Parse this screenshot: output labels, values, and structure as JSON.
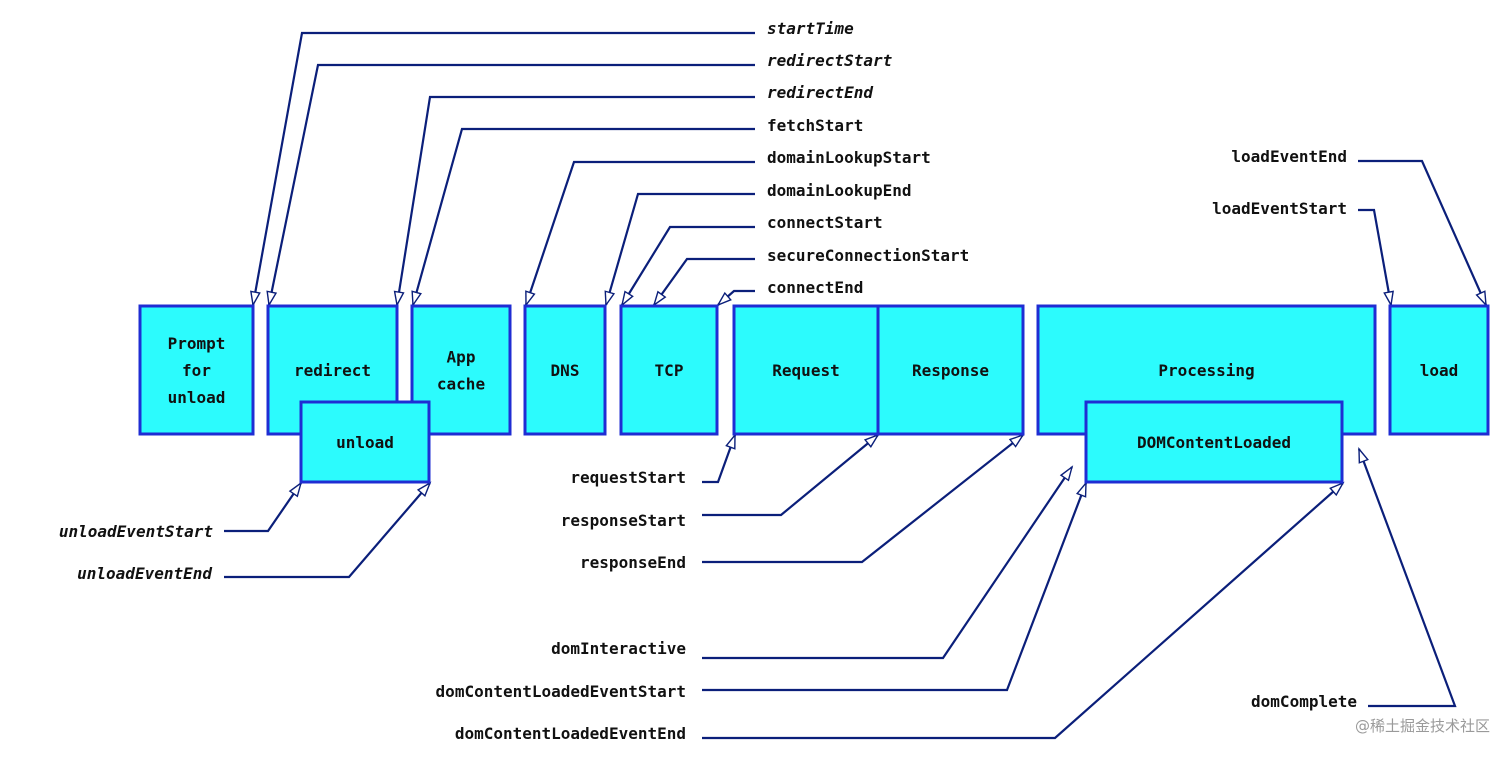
{
  "colors": {
    "box_fill": "#2cfbfd",
    "box_stroke": "#1f2dd3",
    "line": "#0b1f7a",
    "text": "#111111",
    "watermark": "#9a9a9a"
  },
  "boxes": [
    {
      "id": "prompt-for-unload",
      "lines": [
        "Prompt",
        "for",
        "unload"
      ]
    },
    {
      "id": "redirect",
      "lines": [
        "redirect"
      ]
    },
    {
      "id": "app-cache",
      "lines": [
        "App",
        "cache"
      ]
    },
    {
      "id": "dns",
      "lines": [
        "DNS"
      ]
    },
    {
      "id": "tcp",
      "lines": [
        "TCP"
      ]
    },
    {
      "id": "request",
      "lines": [
        "Request"
      ]
    },
    {
      "id": "response",
      "lines": [
        "Response"
      ]
    },
    {
      "id": "processing",
      "lines": [
        "Processing"
      ]
    },
    {
      "id": "load",
      "lines": [
        "load"
      ]
    },
    {
      "id": "unload",
      "lines": [
        "unload"
      ]
    },
    {
      "id": "dom-content-loaded",
      "lines": [
        "DOMContentLoaded"
      ]
    }
  ],
  "labels": [
    {
      "id": "start-time",
      "text": "startTime",
      "italic": true
    },
    {
      "id": "redirect-start",
      "text": "redirectStart",
      "italic": true
    },
    {
      "id": "redirect-end",
      "text": "redirectEnd",
      "italic": true
    },
    {
      "id": "fetch-start",
      "text": "fetchStart",
      "italic": false
    },
    {
      "id": "domain-lookup-start",
      "text": "domainLookupStart",
      "italic": false
    },
    {
      "id": "domain-lookup-end",
      "text": "domainLookupEnd",
      "italic": false
    },
    {
      "id": "connect-start",
      "text": "connectStart",
      "italic": false
    },
    {
      "id": "secure-connection-start",
      "text": "secureConnectionStart",
      "italic": false
    },
    {
      "id": "connect-end",
      "text": "connectEnd",
      "italic": false
    },
    {
      "id": "load-event-end",
      "text": "loadEventEnd",
      "italic": false
    },
    {
      "id": "load-event-start",
      "text": "loadEventStart",
      "italic": false
    },
    {
      "id": "unload-event-start",
      "text": "unloadEventStart",
      "italic": true
    },
    {
      "id": "unload-event-end",
      "text": "unloadEventEnd",
      "italic": true
    },
    {
      "id": "request-start",
      "text": "requestStart",
      "italic": false
    },
    {
      "id": "response-start",
      "text": "responseStart",
      "italic": false
    },
    {
      "id": "response-end",
      "text": "responseEnd",
      "italic": false
    },
    {
      "id": "dom-interactive",
      "text": "domInteractive",
      "italic": false
    },
    {
      "id": "dom-content-loaded-event-start",
      "text": "domContentLoadedEventStart",
      "italic": false
    },
    {
      "id": "dom-content-loaded-event-end",
      "text": "domContentLoadedEventEnd",
      "italic": false
    },
    {
      "id": "dom-complete",
      "text": "domComplete",
      "italic": false
    }
  ],
  "watermark": "@稀土掘金技术社区"
}
